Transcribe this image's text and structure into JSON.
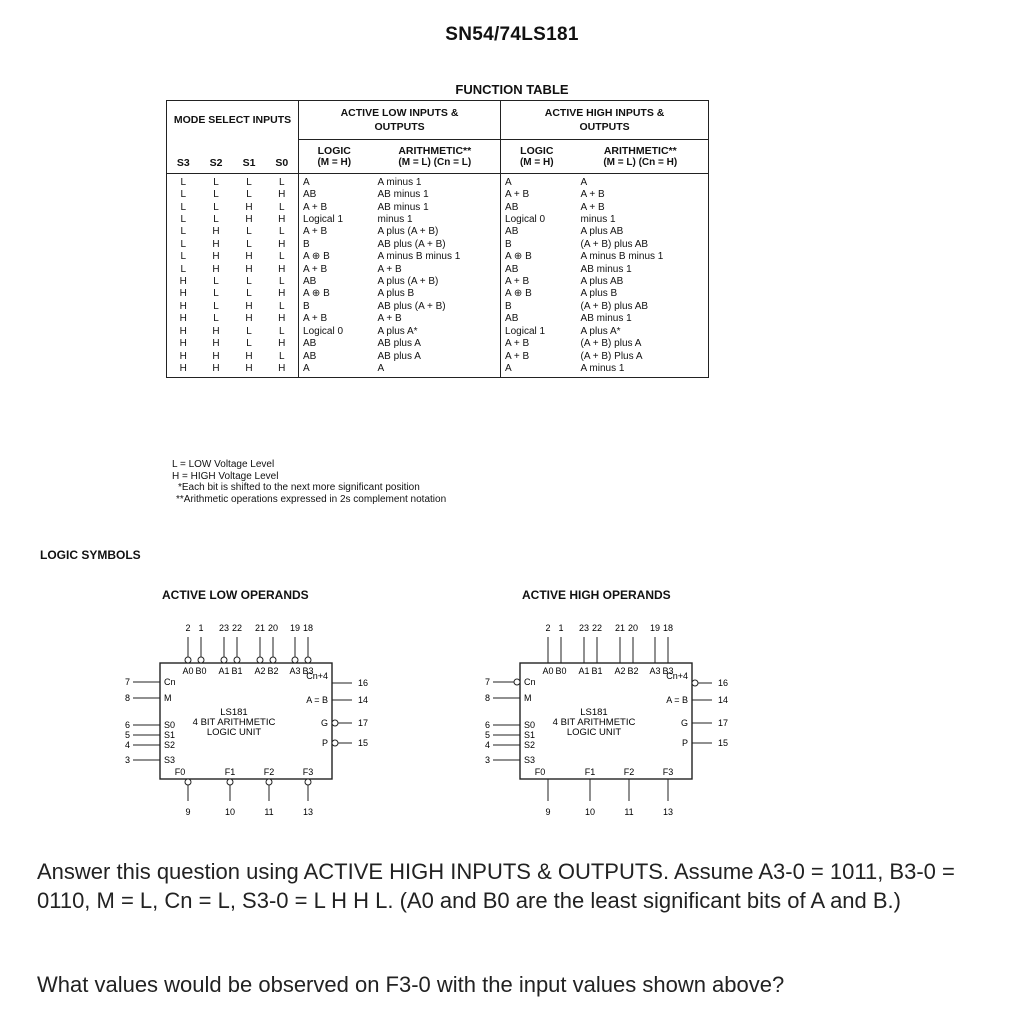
{
  "title": "SN54/74LS181",
  "function_table": {
    "title": "FUNCTION TABLE",
    "headers": {
      "mode_select": "MODE SELECT INPUTS",
      "active_low": "ACTIVE LOW INPUTS & OUTPUTS",
      "active_high": "ACTIVE HIGH INPUTS & OUTPUTS",
      "logic": "LOGIC",
      "logic_sub": "(M = H)",
      "arith": "ARITHMETIC**",
      "arith_low_sub": "(M = L) (Cn = L)",
      "arith_high_sub": "(M = L) (Cn = H)",
      "s3": "S3",
      "s2": "S2",
      "s1": "S1",
      "s0": "S0"
    },
    "rows": [
      {
        "s": [
          "L",
          "L",
          "L",
          "L"
        ],
        "ll": "A",
        "la": "A minus 1",
        "hl": "A",
        "ha": "A"
      },
      {
        "s": [
          "L",
          "L",
          "L",
          "H"
        ],
        "ll": "AB",
        "la": "AB minus 1",
        "hl": "A + B",
        "ha": "A + B"
      },
      {
        "s": [
          "L",
          "L",
          "H",
          "L"
        ],
        "ll": "A + B",
        "la": "AB minus 1",
        "hl": "AB",
        "ha": "A + B"
      },
      {
        "s": [
          "L",
          "L",
          "H",
          "H"
        ],
        "ll": "Logical 1",
        "la": "minus 1",
        "hl": "Logical 0",
        "ha": "minus 1"
      },
      {
        "s": [
          "L",
          "H",
          "L",
          "L"
        ],
        "ll": "A + B",
        "la": "A plus (A + B)",
        "hl": "AB",
        "ha": "A plus AB"
      },
      {
        "s": [
          "L",
          "H",
          "L",
          "H"
        ],
        "ll": "B",
        "la": "AB plus (A + B)",
        "hl": "B",
        "ha": "(A + B) plus AB"
      },
      {
        "s": [
          "L",
          "H",
          "H",
          "L"
        ],
        "ll": "A ⊕ B",
        "la": "A minus B minus 1",
        "hl": "A ⊕ B",
        "ha": "A minus B minus 1"
      },
      {
        "s": [
          "L",
          "H",
          "H",
          "H"
        ],
        "ll": "A + B",
        "la": "A + B",
        "hl": "AB",
        "ha": "AB minus 1"
      },
      {
        "s": [
          "H",
          "L",
          "L",
          "L"
        ],
        "ll": "AB",
        "la": "A plus (A + B)",
        "hl": "A + B",
        "ha": "A plus AB"
      },
      {
        "s": [
          "H",
          "L",
          "L",
          "H"
        ],
        "ll": "A ⊕ B",
        "la": "A plus B",
        "hl": "A ⊕ B",
        "ha": "A plus B"
      },
      {
        "s": [
          "H",
          "L",
          "H",
          "L"
        ],
        "ll": "B",
        "la": "AB plus (A + B)",
        "hl": "B",
        "ha": "(A + B) plus AB"
      },
      {
        "s": [
          "H",
          "L",
          "H",
          "H"
        ],
        "ll": "A + B",
        "la": "A + B",
        "hl": "AB",
        "ha": "AB minus 1"
      },
      {
        "s": [
          "H",
          "H",
          "L",
          "L"
        ],
        "ll": "Logical 0",
        "la": "A plus A*",
        "hl": "Logical 1",
        "ha": "A plus A*"
      },
      {
        "s": [
          "H",
          "H",
          "L",
          "H"
        ],
        "ll": "AB",
        "la": "AB plus A",
        "hl": "A + B",
        "ha": "(A + B) plus A"
      },
      {
        "s": [
          "H",
          "H",
          "H",
          "L"
        ],
        "ll": "AB",
        "la": "AB plus A",
        "hl": "A + B",
        "ha": "(A + B) Plus A"
      },
      {
        "s": [
          "H",
          "H",
          "H",
          "H"
        ],
        "ll": "A",
        "la": "A",
        "hl": "A",
        "ha": "A minus 1"
      }
    ],
    "notes": [
      "L = LOW Voltage Level",
      "H = HIGH Voltage Level",
      "*Each bit is shifted to the next more significant position",
      "**Arithmetic operations expressed in 2s complement notation"
    ]
  },
  "logic_symbols": {
    "title": "LOGIC SYMBOLS",
    "active_low_label": "ACTIVE LOW OPERANDS",
    "active_high_label": "ACTIVE HIGH OPERANDS",
    "top_pins": [
      "2",
      "1",
      "23",
      "22",
      "21",
      "20",
      "19",
      "18"
    ],
    "top_labels": [
      "A0",
      "B0",
      "A1",
      "B1",
      "A2",
      "B2",
      "A3",
      "B3"
    ],
    "left_pins": [
      "7",
      "8",
      "6",
      "5",
      "4",
      "3"
    ],
    "left_labels": [
      "Cn",
      "M",
      "S0",
      "S1",
      "S2",
      "S3"
    ],
    "right_pins": [
      "16",
      "14",
      "17",
      "15"
    ],
    "right_labels": [
      "Cn+4",
      "A = B",
      "G",
      "P"
    ],
    "bottom_pins": [
      "9",
      "10",
      "11",
      "13"
    ],
    "bottom_labels": [
      "F0",
      "F1",
      "F2",
      "F3"
    ],
    "chip_name": "LS181",
    "chip_desc1": "4 BIT ARITHMETIC",
    "chip_desc2": "LOGIC UNIT"
  },
  "question": {
    "para1": "Answer this question using ACTIVE HIGH INPUTS & OUTPUTS. Assume A3-0 = 1011, B3-0 = 0110, M = L, Cn = L, S3-0 = L H H L. (A0 and B0 are the least significant bits of A and B.)",
    "para2": "What values would be observed on F3-0 with the input values shown above?"
  }
}
